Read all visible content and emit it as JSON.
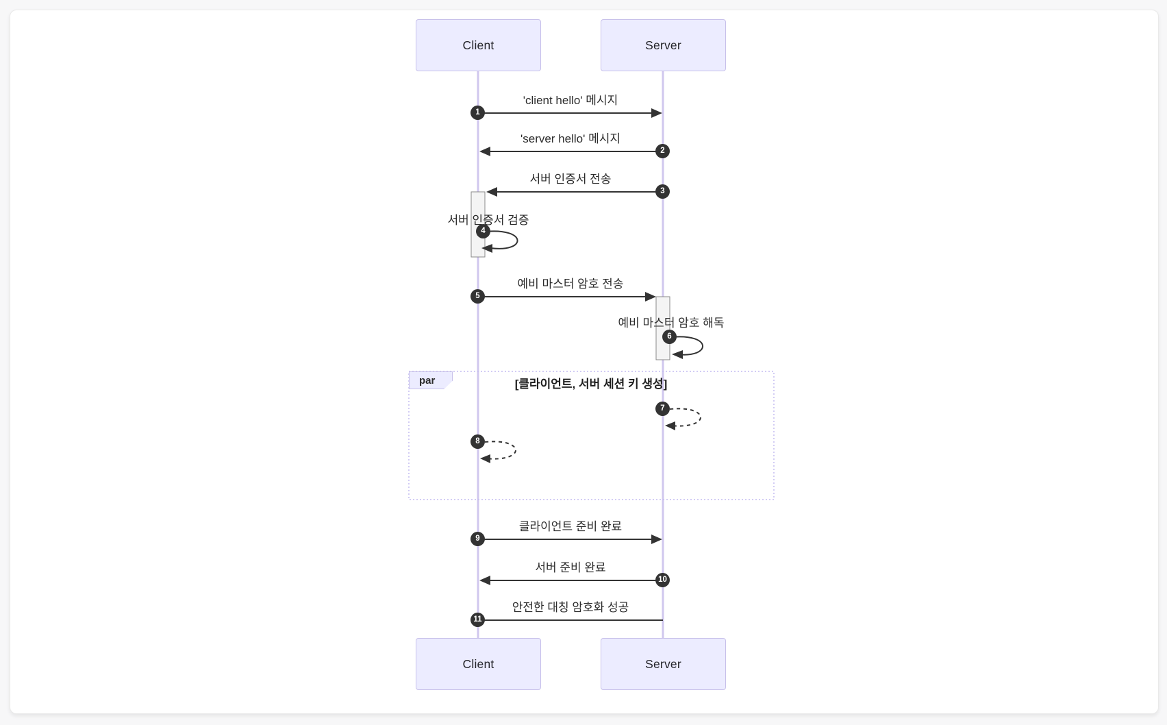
{
  "diagram": {
    "type": "sequence-diagram",
    "actors": [
      {
        "name": "Client"
      },
      {
        "name": "Server"
      }
    ],
    "messages": [
      {
        "num": "1",
        "label": "'client hello' 메시지",
        "from": "Client",
        "to": "Server",
        "style": "solid-arrow"
      },
      {
        "num": "2",
        "label": "'server hello' 메시지",
        "from": "Server",
        "to": "Client",
        "style": "solid-arrow"
      },
      {
        "num": "3",
        "label": "서버 인증서 전송",
        "from": "Server",
        "to": "Client",
        "style": "solid-arrow"
      },
      {
        "num": "4",
        "label": "서버 인증서 검증",
        "from": "Client",
        "to": "Client",
        "style": "self-loop-solid"
      },
      {
        "num": "5",
        "label": "예비 마스터 암호 전송",
        "from": "Client",
        "to": "Server",
        "style": "solid-arrow"
      },
      {
        "num": "6",
        "label": "예비 마스터 암호 해독",
        "from": "Server",
        "to": "Server",
        "style": "self-loop-solid"
      },
      {
        "num": "7",
        "label": "",
        "from": "Server",
        "to": "Server",
        "style": "self-loop-dashed"
      },
      {
        "num": "8",
        "label": "",
        "from": "Client",
        "to": "Client",
        "style": "self-loop-dashed"
      },
      {
        "num": "9",
        "label": "클라이언트 준비 완료",
        "from": "Client",
        "to": "Server",
        "style": "solid-arrow"
      },
      {
        "num": "10",
        "label": "서버 준비 완료",
        "from": "Server",
        "to": "Client",
        "style": "solid-arrow"
      },
      {
        "num": "11",
        "label": "안전한 대칭 암호화 성공",
        "from": "Client",
        "to": "Server",
        "style": "solid-line"
      }
    ],
    "par_block": {
      "tag": "par",
      "title": "[클라이언트, 서버 세션 키 생성]"
    },
    "colors": {
      "actor_fill": "#ECECFF",
      "actor_border": "#c7c0ea",
      "lifeline": "#d0c7ee",
      "message_line": "#333333",
      "badge_bg": "#333333",
      "badge_text": "#ffffff",
      "activation_fill": "#f4f4f4",
      "activation_border": "#8a8a8a",
      "par_border": "#c3bcf0",
      "card_bg": "#ffffff",
      "page_bg": "#f7f7f8"
    }
  }
}
